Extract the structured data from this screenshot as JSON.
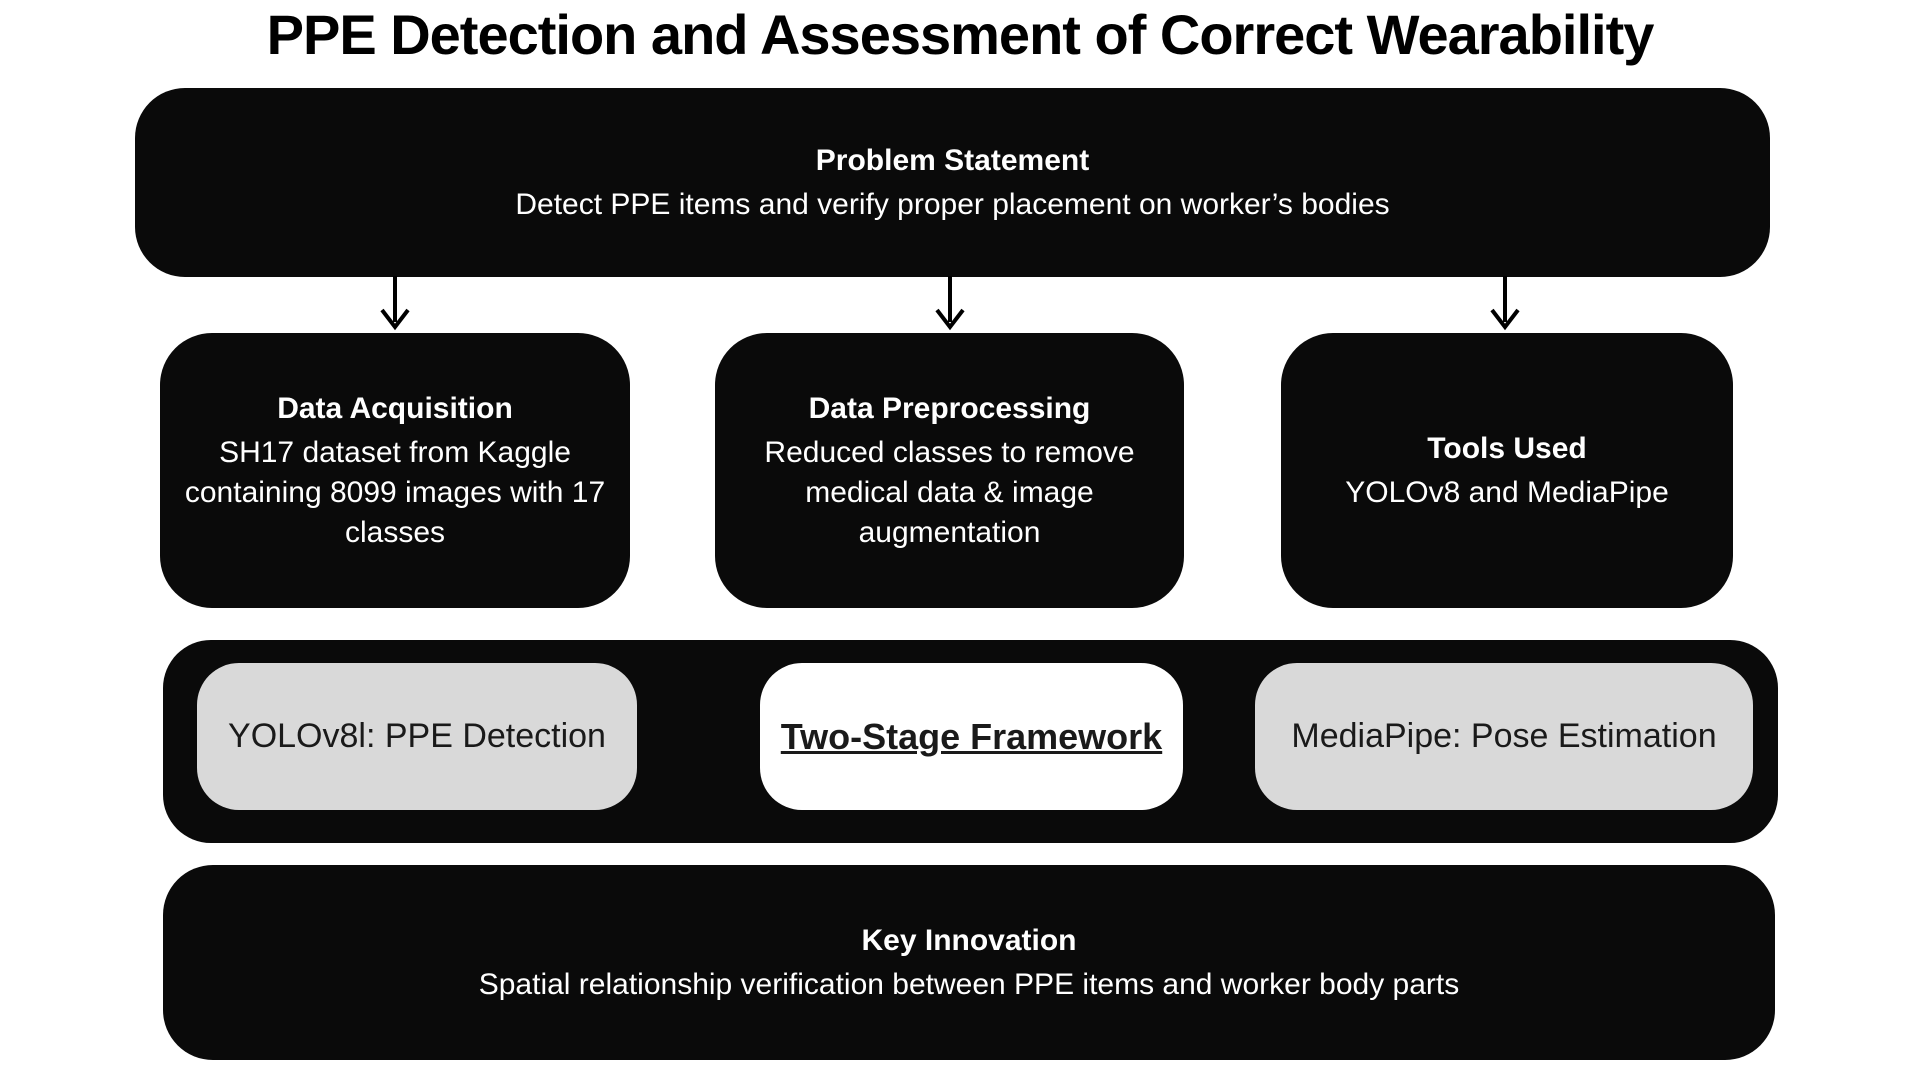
{
  "title": "PPE Detection and Assessment of Correct Wearability",
  "problem": {
    "heading": "Problem Statement",
    "body": "Detect PPE items and verify proper placement on worker’s bodies"
  },
  "stages": [
    {
      "heading": "Data Acquisition",
      "body": "SH17 dataset from Kaggle containing 8099 images with 17 classes"
    },
    {
      "heading": "Data Preprocessing",
      "body": "Reduced classes to remove medical data & image augmentation"
    },
    {
      "heading": "Tools Used",
      "body": "YOLOv8 and MediaPipe"
    }
  ],
  "framework": {
    "left_pill": "YOLOv8l: PPE Detection",
    "center_pill": "Two-Stage Framework",
    "right_pill": "MediaPipe: Pose Estimation"
  },
  "innovation": {
    "heading": "Key Innovation",
    "body": "Spatial relationship verification between PPE items and worker body parts"
  },
  "colors": {
    "box_black": "#0a0a0a",
    "pill_gray": "#d9d9d9",
    "pill_white": "#ffffff",
    "text_on_black": "#ffffff",
    "text_on_pill": "#1a1a1a",
    "arrow": "#000000",
    "background": "#ffffff"
  }
}
